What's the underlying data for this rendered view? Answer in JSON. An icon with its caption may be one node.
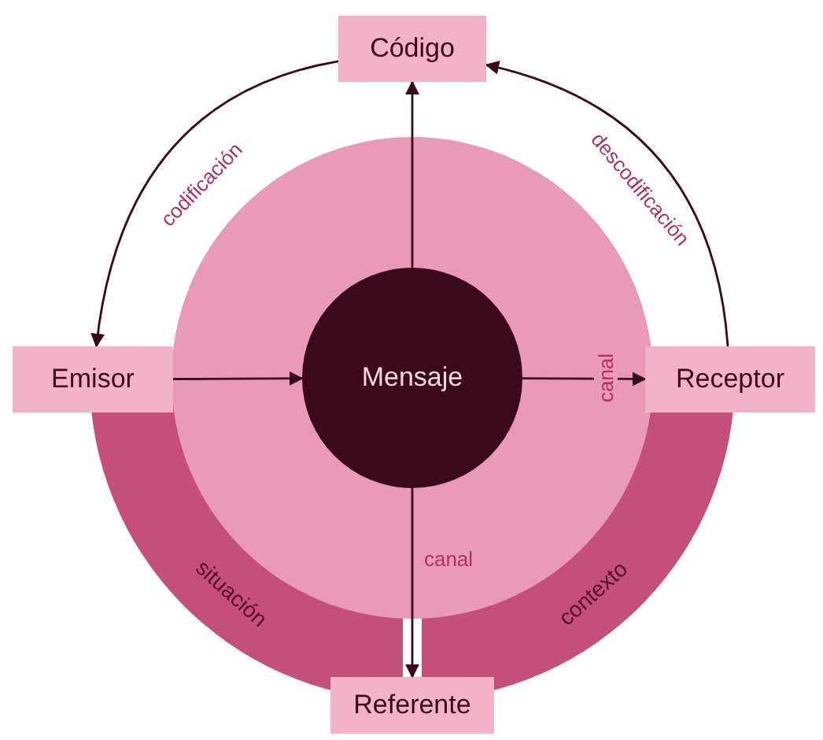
{
  "diagram": {
    "nodes": [
      {
        "text": [
          "Código"
        ]
      },
      {
        "text": [
          "Emisor"
        ]
      },
      {
        "text": [],
        "shape": "circle"
      },
      {
        "text": [
          "Mensaje"
        ],
        "in": 2
      },
      {
        "text": [
          "Receptor"
        ]
      },
      {
        "text": [
          "situación"
        ]
      },
      {
        "text": [
          "contexto"
        ]
      },
      {
        "text": [
          "Referente"
        ]
      }
    ],
    "edges": [
      {
        "from": 0,
        "to": 1,
        "arrow": "to",
        "label": "codificación"
      },
      {
        "from": 4,
        "to": 0,
        "arrow": "to",
        "label": "descodificación"
      },
      {
        "from": 1,
        "to": 3,
        "arrow": "to"
      },
      {
        "from": 3,
        "to": 4,
        "arrow": "to",
        "label": "canal"
      },
      {
        "from": 3,
        "to": 0,
        "arrow": "to"
      },
      {
        "from": 3,
        "to": 7,
        "arrow": "to",
        "label": "canal"
      }
    ]
  }
}
